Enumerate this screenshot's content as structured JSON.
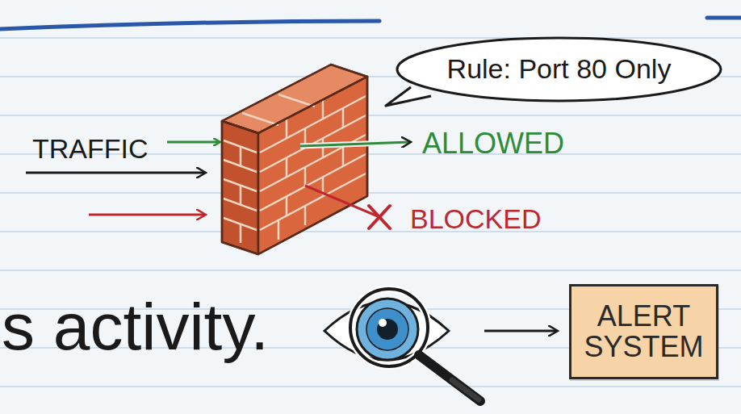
{
  "diagram": {
    "nodes": [
      {
        "text": [
          "Rule: Port 80 Only"
        ]
      },
      {
        "text": [
          "ALERT SYSTEM"
        ]
      }
    ],
    "labels": [
      "TRAFFIC",
      "ALLOWED",
      "BLOCKED",
      "s activity."
    ]
  }
}
